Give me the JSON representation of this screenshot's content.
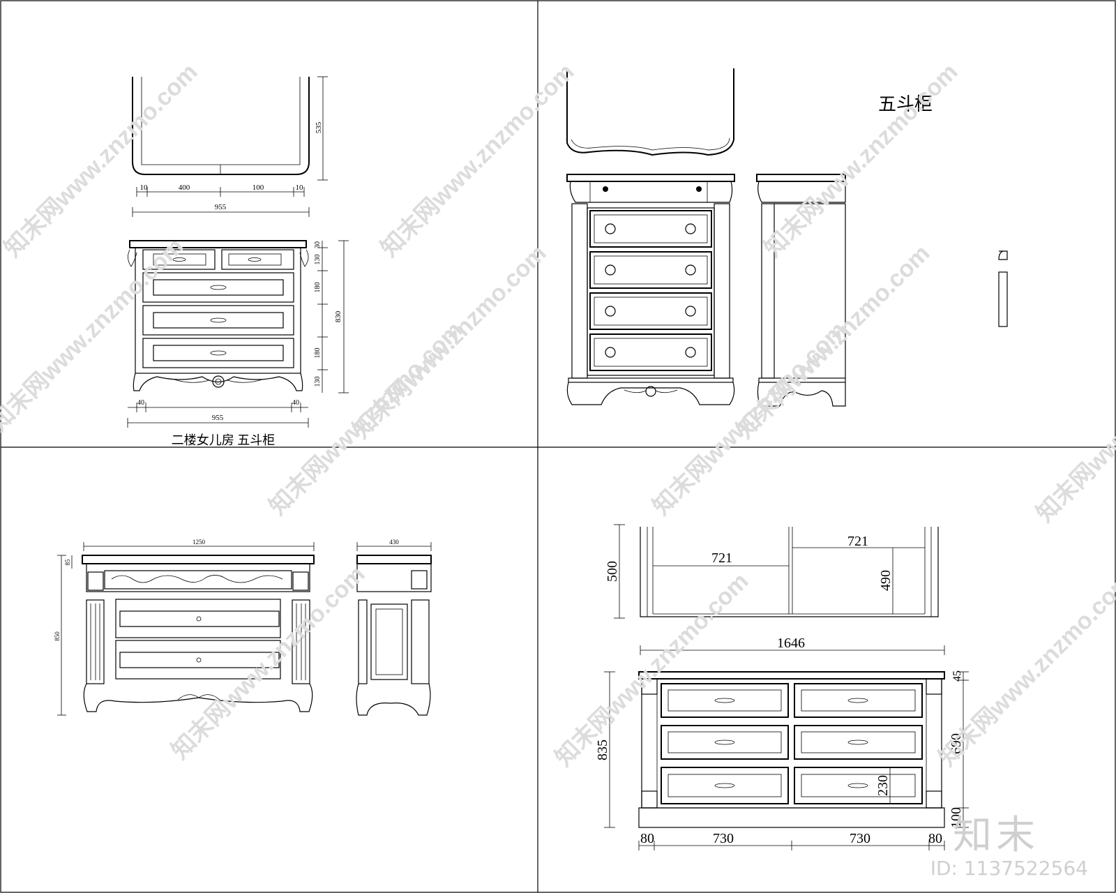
{
  "watermark": {
    "text": "知末网www.znzmo.com",
    "logo": "知末",
    "id": "ID: 1137522564"
  },
  "panel1": {
    "title": "二楼女儿房 五斗柜",
    "top_dims": [
      "10",
      "400",
      "100",
      "10"
    ],
    "top_total": "955",
    "top_depth": "535",
    "front_width": "955",
    "front_height": "830",
    "row_dims": [
      "30",
      "130",
      "180",
      "180",
      "130"
    ],
    "leg_dims": [
      "40",
      "40"
    ]
  },
  "panel2": {
    "title": "五斗柜"
  },
  "panel3": {
    "width": "1250",
    "depth": "430",
    "height": "850",
    "top_dim": "85"
  },
  "panel4": {
    "top_width_left": "721",
    "top_width_right": "721",
    "top_depth": "500",
    "top_inner": "490",
    "front_width": "1646",
    "height": "835",
    "top_dim": "45",
    "body_dim": "690",
    "drawer_dim": "230",
    "base_dim": "100",
    "bottom_dims": [
      "80",
      "730",
      "730",
      "80"
    ]
  }
}
